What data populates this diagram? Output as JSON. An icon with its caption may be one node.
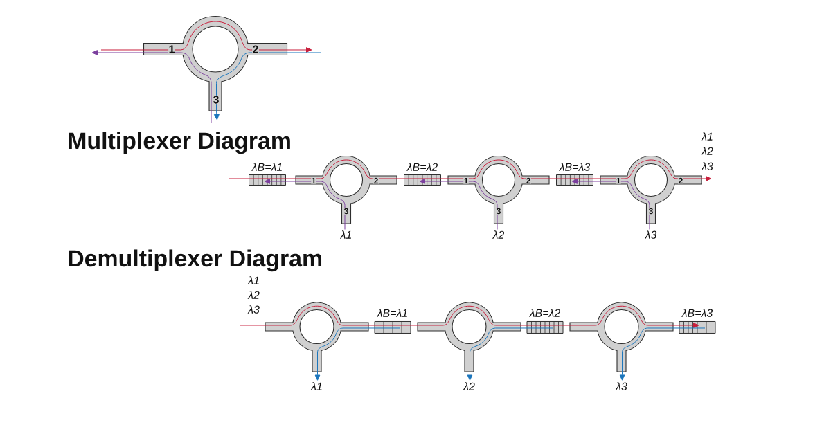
{
  "diagram": {
    "nodes": [
      {
        "text": [
          "1",
          "2",
          "3"
        ]
      },
      {
        "text": [
          "λB=λ1"
        ]
      },
      {
        "text": [
          "1",
          "2",
          "3"
        ]
      },
      {
        "text": [
          "λB=λ2"
        ]
      },
      {
        "text": [
          "1",
          "2",
          "3"
        ]
      },
      {
        "text": [
          "λB=λ3"
        ]
      },
      {
        "text": [
          "1",
          "2",
          "3"
        ]
      },
      {
        "text": [
          "λ1",
          "λ2",
          "λ3"
        ]
      },
      {
        "text": [
          "λ1"
        ]
      },
      {
        "text": [
          "λ2"
        ]
      },
      {
        "text": [
          "λ3"
        ]
      },
      {
        "text": [
          "λ1",
          "λ2",
          "λ3"
        ]
      },
      {
        "text": [],
        "shape": "ring"
      },
      {
        "text": [
          "λB=λ1"
        ]
      },
      {
        "text": [],
        "shape": "ring"
      },
      {
        "text": [
          "λB=λ2"
        ]
      },
      {
        "text": [],
        "shape": "ring"
      },
      {
        "text": [
          "λB=λ3"
        ]
      },
      {
        "text": [
          "λ1"
        ]
      },
      {
        "text": [
          "λ2"
        ]
      },
      {
        "text": [
          "λ3"
        ]
      }
    ],
    "edges": [
      {
        "from": null,
        "to": 0,
        "arrow": "none"
      },
      {
        "from": 0,
        "to": null,
        "arrow": "to"
      },
      {
        "from": null,
        "to": 0,
        "arrow": "none",
        "color": "#7b3f9e"
      },
      {
        "from": 0,
        "to": null,
        "arrow": "to",
        "color": "#7b3f9e"
      },
      {
        "from": null,
        "to": 0,
        "arrow": "none",
        "color": "#1b75bc"
      },
      {
        "from": 0,
        "to": null,
        "arrow": "to",
        "color": "#1b75bc"
      },
      {
        "from": null,
        "to": 1,
        "arrow": "none"
      },
      {
        "from": 1,
        "to": 2,
        "arrow": "none"
      },
      {
        "from": 2,
        "to": 3,
        "arrow": "none"
      },
      {
        "from": 3,
        "to": 4,
        "arrow": "none"
      },
      {
        "from": 4,
        "to": 5,
        "arrow": "none"
      },
      {
        "from": 5,
        "to": 6,
        "arrow": "none"
      },
      {
        "from": 6,
        "to": 7,
        "arrow": "to"
      },
      {
        "from": 2,
        "to": 1,
        "arrow": "to",
        "color": "#7b3f9e"
      },
      {
        "from": 8,
        "to": 2,
        "arrow": "none",
        "color": "#7b3f9e"
      },
      {
        "from": 4,
        "to": 3,
        "arrow": "to",
        "color": "#7b3f9e"
      },
      {
        "from": 9,
        "to": 4,
        "arrow": "none",
        "color": "#7b3f9e"
      },
      {
        "from": 6,
        "to": 5,
        "arrow": "to",
        "color": "#7b3f9e"
      },
      {
        "from": 10,
        "to": 6,
        "arrow": "none",
        "color": "#7b3f9e"
      },
      {
        "from": 11,
        "to": 12,
        "arrow": "none"
      },
      {
        "from": 12,
        "to": 13,
        "arrow": "none"
      },
      {
        "from": 13,
        "to": 14,
        "arrow": "none"
      },
      {
        "from": 14,
        "to": 15,
        "arrow": "none"
      },
      {
        "from": 15,
        "to": 16,
        "arrow": "none"
      },
      {
        "from": 16,
        "to": 17,
        "arrow": "to"
      },
      {
        "from": 13,
        "to": 12,
        "arrow": "none",
        "color": "#1b75bc"
      },
      {
        "from": 12,
        "to": 18,
        "arrow": "to",
        "color": "#1b75bc"
      },
      {
        "from": 15,
        "to": 14,
        "arrow": "none",
        "color": "#1b75bc"
      },
      {
        "from": 14,
        "to": 19,
        "arrow": "to",
        "color": "#1b75bc"
      },
      {
        "from": 17,
        "to": 16,
        "arrow": "none",
        "color": "#1b75bc"
      },
      {
        "from": 16,
        "to": 20,
        "arrow": "to",
        "color": "#1b75bc"
      }
    ],
    "labels": [
      "Multiplexer Diagram",
      "Demultiplexer Diagram"
    ]
  }
}
